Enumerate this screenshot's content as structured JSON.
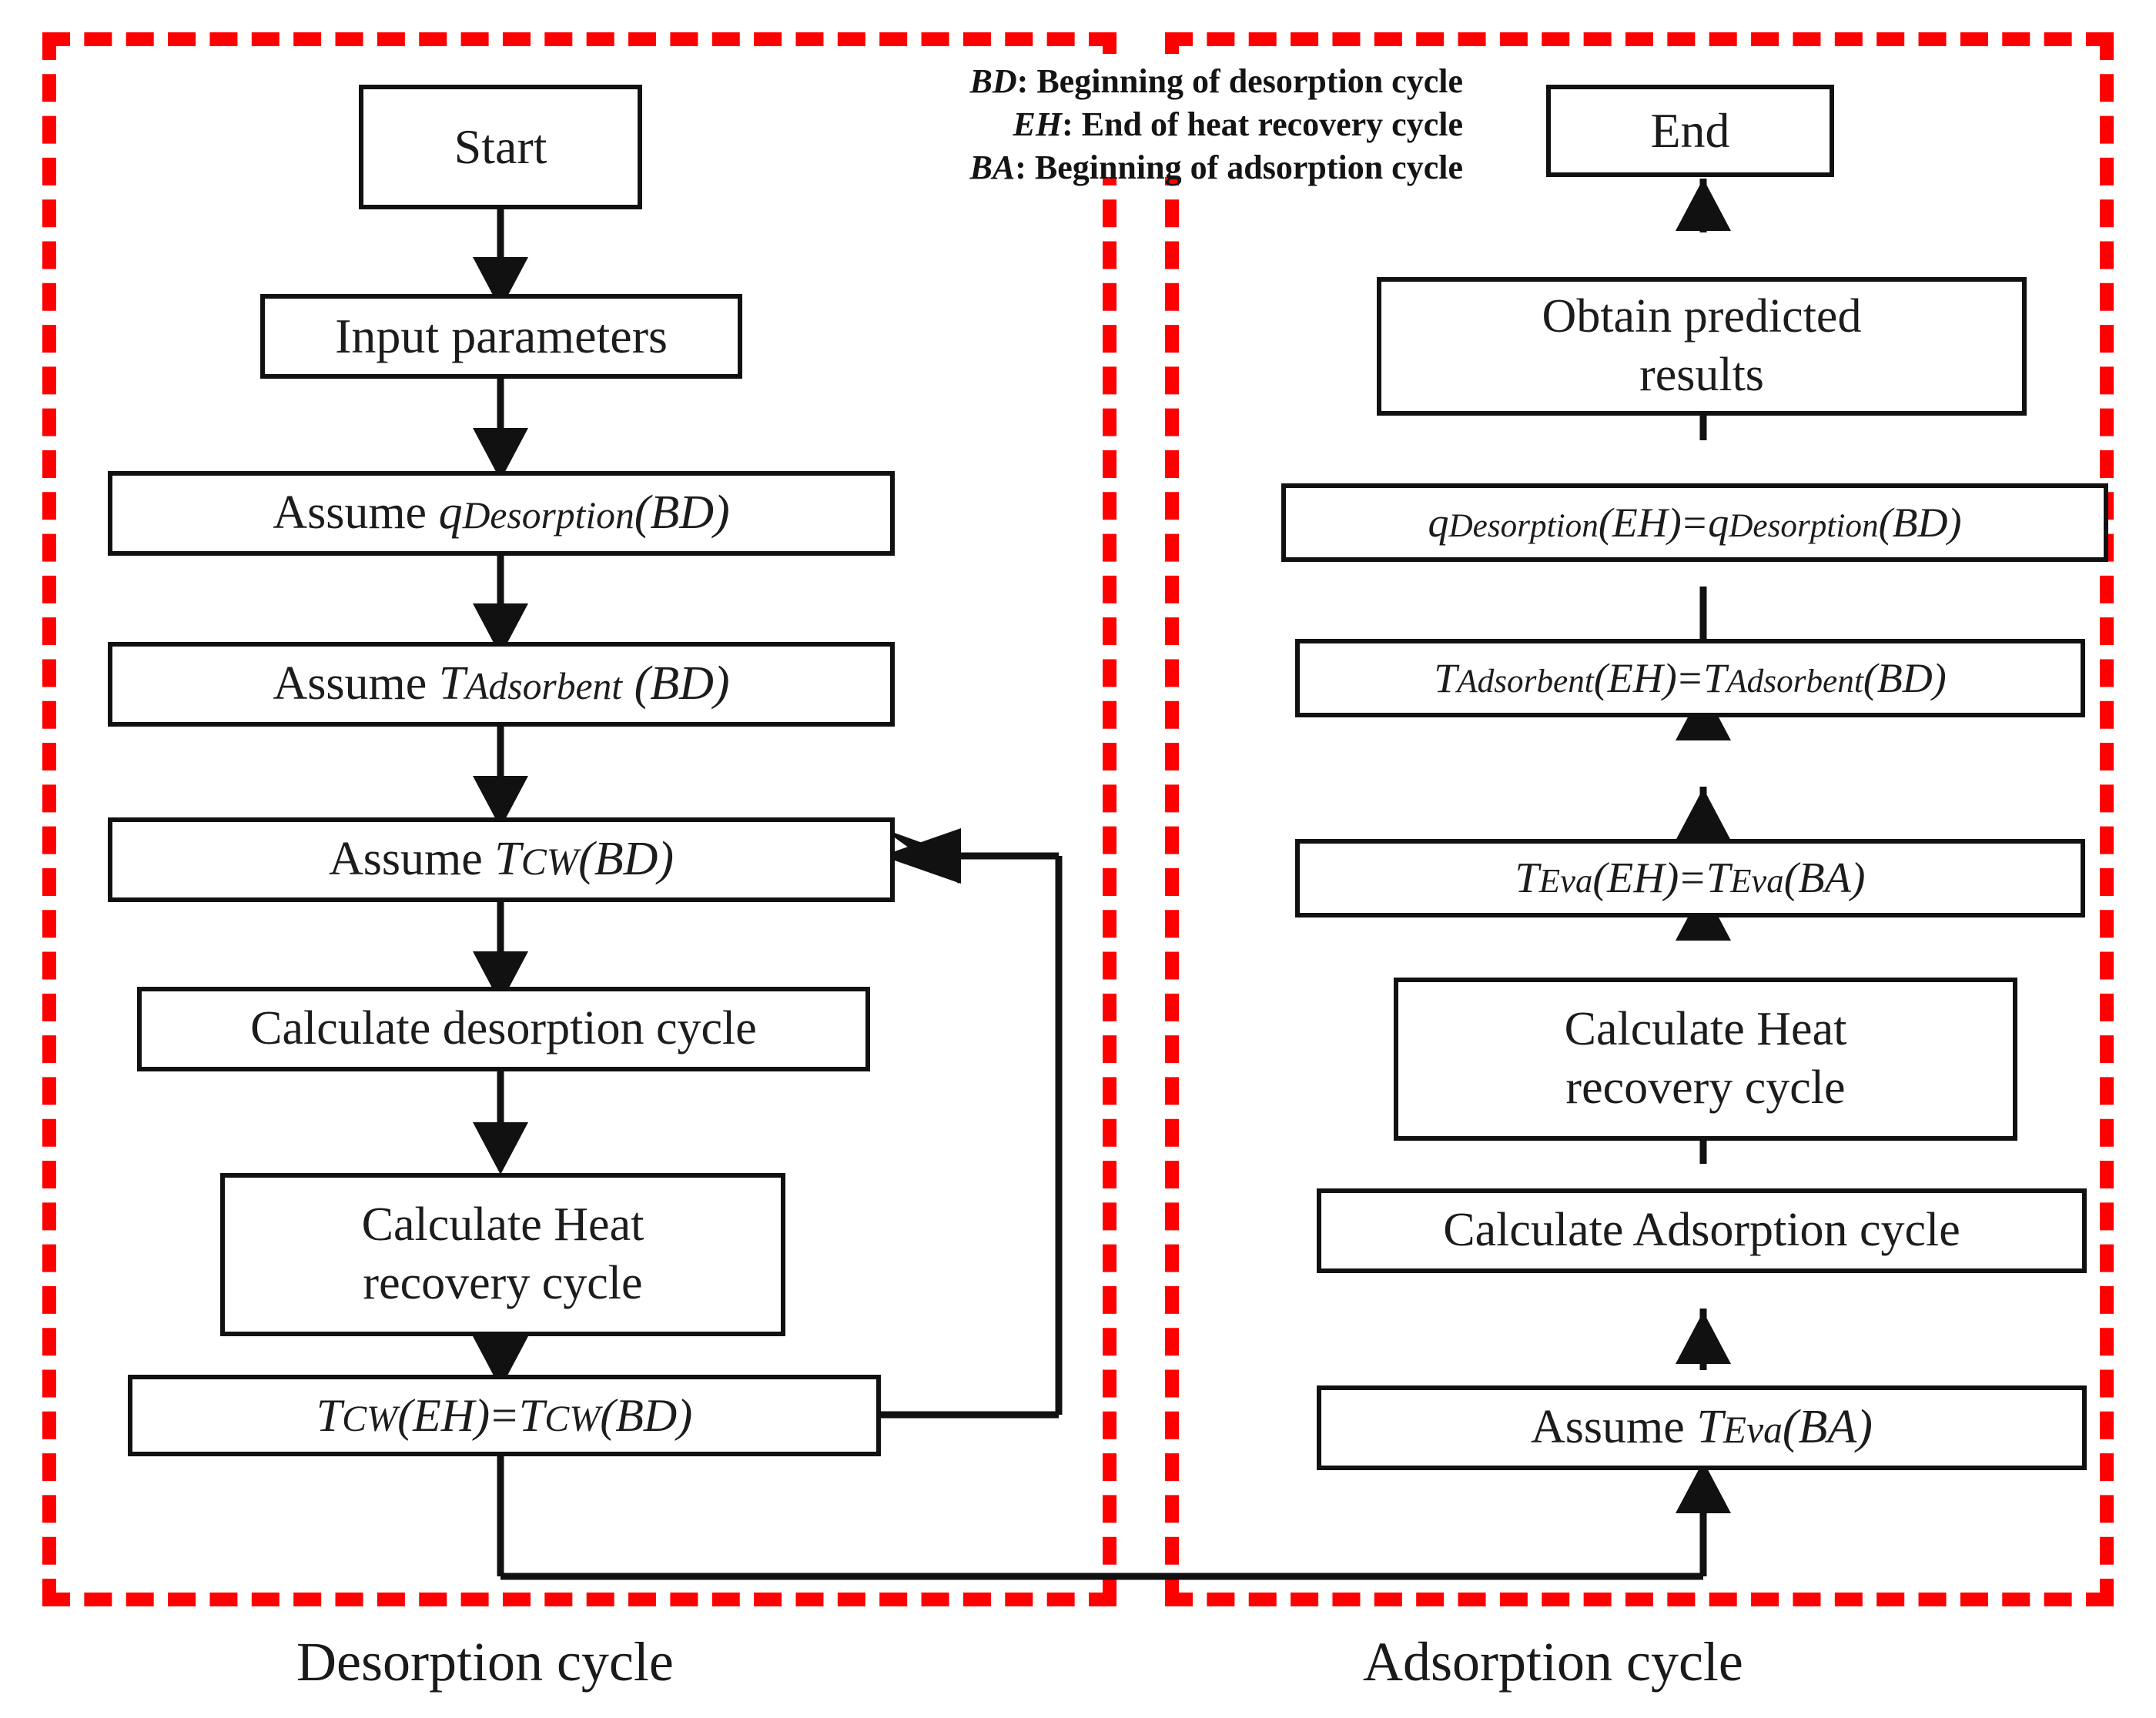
{
  "figure": {
    "type": "flowchart",
    "title": "Simulation flowchart of desorption and adsorption cycles",
    "accent_color": "#ff0000",
    "box_border_color": "#111111",
    "background": "#ffffff"
  },
  "legend": {
    "items": [
      {
        "abbr": "BD",
        "sep": ": ",
        "text": "Beginning of desorption cycle"
      },
      {
        "abbr": "EH",
        "sep": ": ",
        "text": "End of heat recovery cycle"
      },
      {
        "abbr": "BA",
        "sep": ": ",
        "text": "Beginning of adsorption cycle"
      }
    ]
  },
  "panels": {
    "left": {
      "caption": "Desorption cycle",
      "border_color": "#ff0000",
      "border_style": "dashed"
    },
    "right": {
      "caption": "Adsorption cycle",
      "border_color": "#ff0000",
      "border_style": "dashed"
    }
  },
  "desorption_nodes": [
    {
      "id": "start",
      "label": "Start"
    },
    {
      "id": "input",
      "label": "Input parameters"
    },
    {
      "id": "assume_q_bd",
      "label": "Assume qDesorption(BD)",
      "prefix": "Assume ",
      "var": "q",
      "sub": "Desorption",
      "arg": "(BD)"
    },
    {
      "id": "assume_ta_bd",
      "label": "Assume TAdsorbent (BD)",
      "prefix": "Assume ",
      "var": "T",
      "sub": "Adsorbent",
      "arg": " (BD)"
    },
    {
      "id": "assume_tcw_bd",
      "label": "Assume TCW(BD)",
      "prefix": "Assume ",
      "var": "T",
      "sub": "CW",
      "arg": "(BD)"
    },
    {
      "id": "calc_des",
      "label": "Calculate desorption cycle"
    },
    {
      "id": "calc_heat_l",
      "label": "Calculate Heat recovery cycle",
      "line1": "Calculate Heat",
      "line2": "recovery cycle"
    },
    {
      "id": "tcw_eq",
      "label": "TCW(EH)=TCW(BD)",
      "lhs_var": "T",
      "lhs_sub": "CW",
      "lhs_arg": "(EH)",
      "eq": "=",
      "rhs_var": "T",
      "rhs_sub": "CW",
      "rhs_arg": "(BD)"
    }
  ],
  "adsorption_nodes": [
    {
      "id": "end",
      "label": "End"
    },
    {
      "id": "obtain",
      "label": "Obtain predicted results",
      "line1": "Obtain predicted",
      "line2": "results"
    },
    {
      "id": "q_eq",
      "label": "qDesorption(EH)=qDesorption(BD)",
      "lhs_var": "q",
      "lhs_sub": "Desorption",
      "lhs_arg": "(EH)",
      "eq": "=",
      "rhs_var": "q",
      "rhs_sub": "Desorption",
      "rhs_arg": "(BD)"
    },
    {
      "id": "ta_eq",
      "label": "TAdsorbent(EH)=TAdsorbent(BD)",
      "lhs_var": "T",
      "lhs_sub": "Adsorbent",
      "lhs_arg": "(EH)",
      "eq": "=",
      "rhs_var": "T",
      "rhs_sub": "Adsorbent",
      "rhs_arg": "(BD)"
    },
    {
      "id": "teva_eq",
      "label": "TEva(EH)=TEva(BA)",
      "lhs_var": "T",
      "lhs_sub": "Eva",
      "lhs_arg": "(EH)",
      "eq": "=",
      "rhs_var": "T",
      "rhs_sub": "Eva",
      "rhs_arg": "(BA)"
    },
    {
      "id": "calc_heat_r",
      "label": "Calculate Heat recovery cycle",
      "line1": "Calculate Heat",
      "line2": "recovery cycle"
    },
    {
      "id": "calc_ads",
      "label": "Calculate Adsorption cycle"
    },
    {
      "id": "assume_teva_ba",
      "label": "Assume TEva(BA)",
      "prefix": "Assume ",
      "var": "T",
      "sub": "Eva",
      "arg": "(BA)"
    }
  ],
  "connectors": {
    "left_chain": "start -> input -> assume_q_bd -> assume_ta_bd -> assume_tcw_bd -> calc_des -> calc_heat_l -> tcw_eq",
    "feedback": "tcw_eq -> assume_tcw_bd (right-side loop)",
    "cross_panel": "tcw_eq -> assume_teva_ba (bottom bridge)",
    "right_chain": "assume_teva_ba -> calc_ads -> calc_heat_r -> teva_eq -> ta_eq -> q_eq -> obtain -> end"
  }
}
